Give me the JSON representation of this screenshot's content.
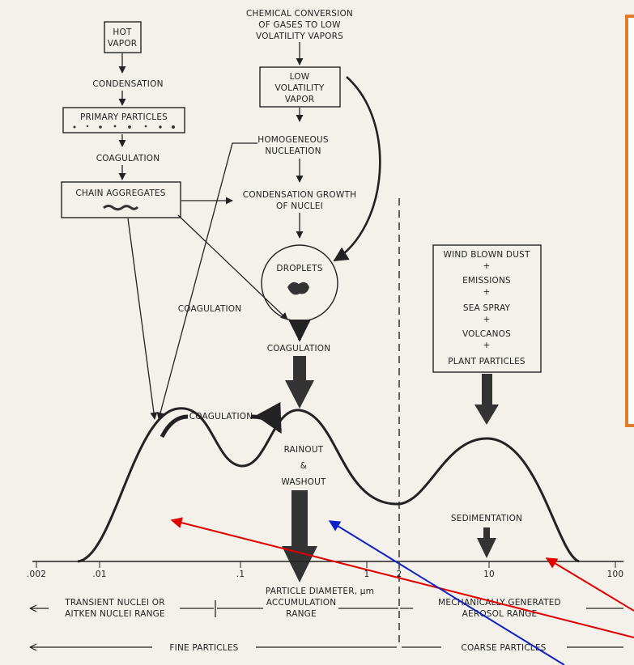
{
  "colors": {
    "background": "#f4f1ea",
    "ink": "#222222",
    "panel_border": "#e07b2a",
    "arrow_red": "#e00000",
    "arrow_blue": "#1020c8"
  },
  "boxes": {
    "hot_vapor": [
      "HOT",
      "VAPOR"
    ],
    "primary_particles": "PRIMARY PARTICLES",
    "chain_aggregates": "CHAIN AGGREGATES",
    "low_volatility_vapor": [
      "LOW",
      "VOLATILITY",
      "VAPOR"
    ],
    "droplets": "DROPLETS",
    "coarse_sources": [
      "WIND BLOWN DUST",
      "+",
      "EMISSIONS",
      "+",
      "SEA SPRAY",
      "+",
      "VOLCANOS",
      "+",
      "PLANT PARTICLES"
    ]
  },
  "labels": {
    "chemical_conversion": [
      "CHEMICAL CONVERSION",
      "OF GASES TO LOW",
      "VOLATILITY VAPORS"
    ],
    "condensation": "CONDENSATION",
    "coagulation_left": "COAGULATION",
    "homogeneous_nucleation": [
      "HOMOGENEOUS",
      "NUCLEATION"
    ],
    "condensation_growth": [
      "CONDENSATION GROWTH",
      "OF NUCLEI"
    ],
    "coagulation_mid_left": "COAGULATION",
    "coagulation_center": "COAGULATION",
    "coagulation_peak": "COAGULATION",
    "rainout": [
      "RAINOUT",
      "&",
      "WASHOUT"
    ],
    "sedimentation": "SEDIMENTATION"
  },
  "axis": {
    "ticks": [
      ".002",
      ".01",
      ".1",
      "1",
      "2",
      "10",
      "100"
    ],
    "title": "PARTICLE DIAMETER, µm"
  },
  "ranges": {
    "transient": [
      "TRANSIENT NUCLEI OR",
      "AITKEN NUCLEI RANGE"
    ],
    "accumulation": [
      "ACCUMULATION",
      "RANGE"
    ],
    "mechanical": [
      "MECHANICALLY GENERATED",
      "AEROSOL RANGE"
    ],
    "fine": "FINE PARTICLES",
    "coarse": "COARSE PARTICLES"
  }
}
